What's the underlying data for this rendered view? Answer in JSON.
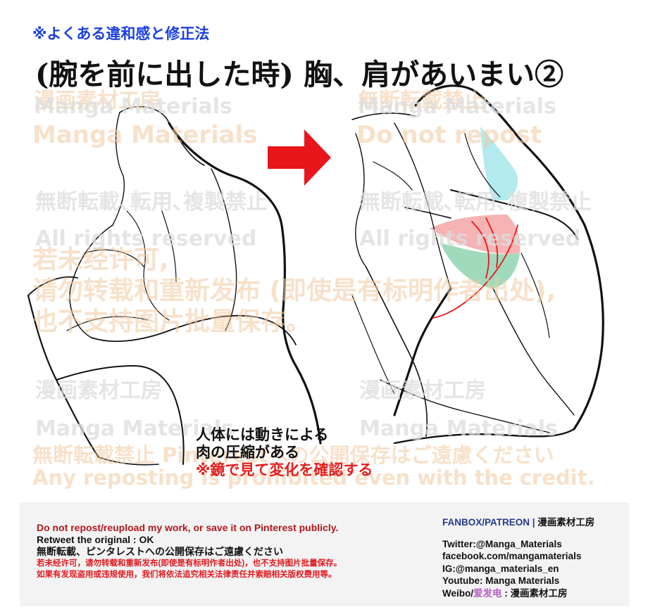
{
  "header": {
    "tagline": "※よくある違和感と修正法",
    "title": "(腕を前に出した時) 胸、肩があいまい②"
  },
  "watermarks": {
    "studio": "漫画素材工房",
    "manga_materials": "Manga Materials",
    "no_reprint_cn": "無断転載禁止",
    "do_not_repost": "Do not repost",
    "no_reprint_full": "無断転載､転用､複製禁止",
    "all_rights": "All rights reserved",
    "cn_line1": "若未经许可,",
    "cn_line2": "请勿转载和重新发布 (即使是有标明作者出处),",
    "cn_line3": "也不支持图片批量保存。",
    "jp_pinterest": "無断転載禁止 Pinterestへの公開保存はご遠慮ください",
    "any_reposting": "Any reposting is prohibited even with the credit."
  },
  "caption": {
    "line1": "人体には動きによる",
    "line2": "肉の圧縮がある",
    "line3": "※鏡で見て変化を確認する"
  },
  "footer": {
    "notice_en": "Do not repost/reupload my work, or save it on Pinterest publicly.",
    "retweet": "Retweet the original : OK",
    "notice_jp": "無断転載、ピンタレストへの公開保存はご遠慮ください",
    "notice_cn1": "若未经许可，请勿转载和重新发布(即使是有标明作者出处)，也不支持图片批量保存。",
    "notice_cn2": "如果有发现盗用或违规使用，我们将依法追究相关法律责任并索赔相关版权费用等。",
    "fanbox": "FANBOX/PATREON",
    "fanbox_sep": " | ",
    "fanbox_studio": "漫画素材工房",
    "twitter": "Twitter:@Manga_Materials",
    "facebook": "facebook.com/mangamaterials",
    "instagram": "IG:@manga_materials_en",
    "youtube": "Youtube: Manga Materials",
    "weibo_prefix": "Weibo/",
    "weibo_alias": "爱发电",
    "weibo_suffix": " : 漫画素材工房"
  },
  "colors": {
    "tagline": "#1a3fe0",
    "arrow": "#e8151b",
    "highlight_cyan": "#a6e6ea",
    "highlight_pink": "#f3a7a6",
    "highlight_green": "#8fd3b0",
    "caption_accent": "#e51d1d",
    "watermark": "#f1c9a0"
  }
}
